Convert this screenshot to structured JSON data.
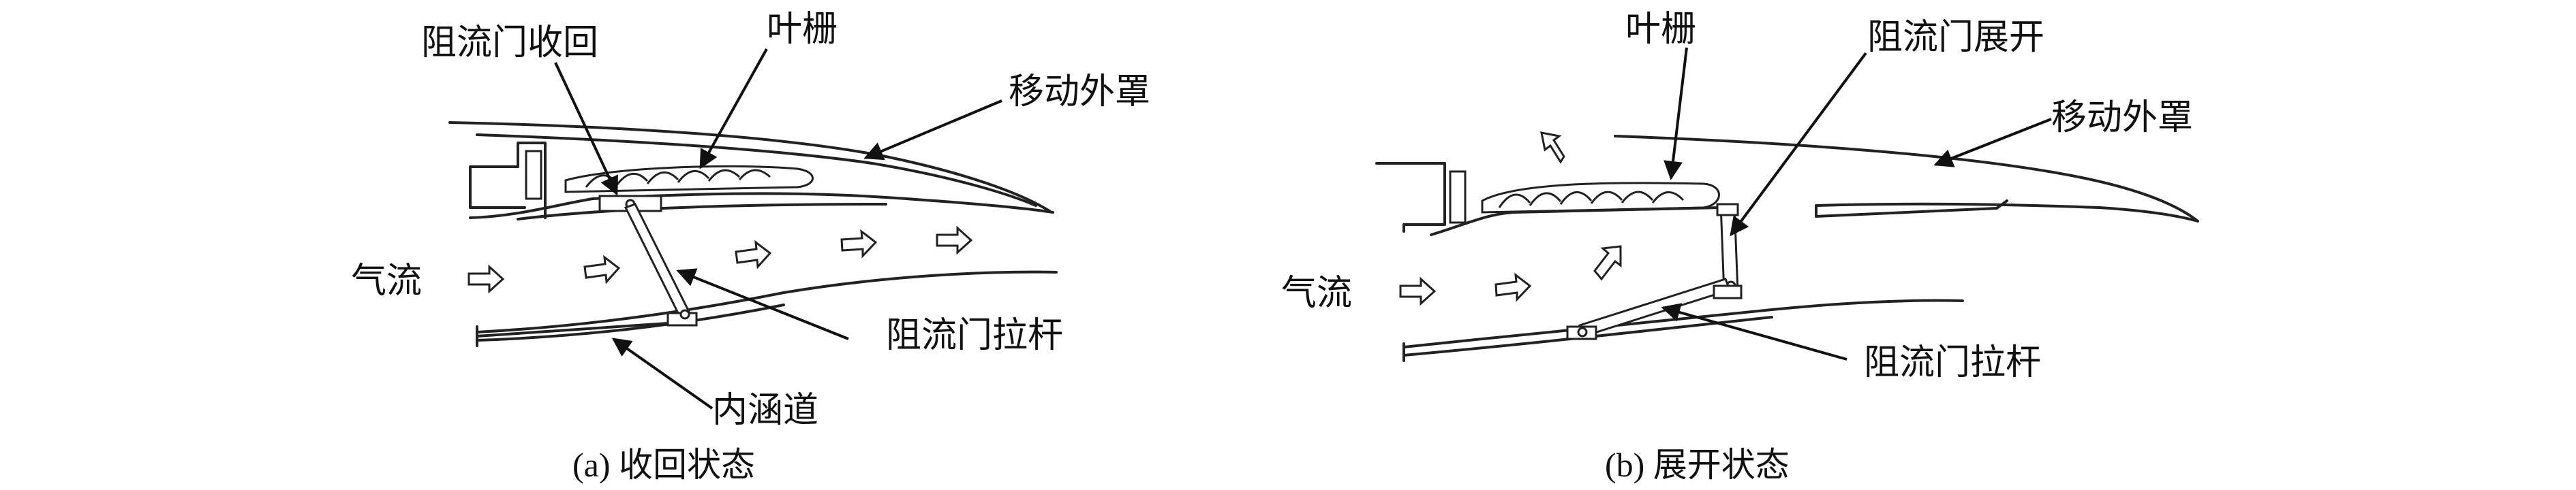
{
  "panel_a": {
    "label_cascade": "叶栅",
    "label_blocker_stowed": "阻流门收回",
    "label_translating_cowl": "移动外罩",
    "label_airflow": "气流",
    "label_drag_link": "阻流门拉杆",
    "label_inner_duct": "内涵道",
    "caption": "(a) 收回状态"
  },
  "panel_b": {
    "label_cascade": "叶栅",
    "label_blocker_deployed": "阻流门展开",
    "label_translating_cowl": "移动外罩",
    "label_airflow": "气流",
    "label_drag_link": "阻流门拉杆",
    "caption": "(b) 展开状态"
  }
}
